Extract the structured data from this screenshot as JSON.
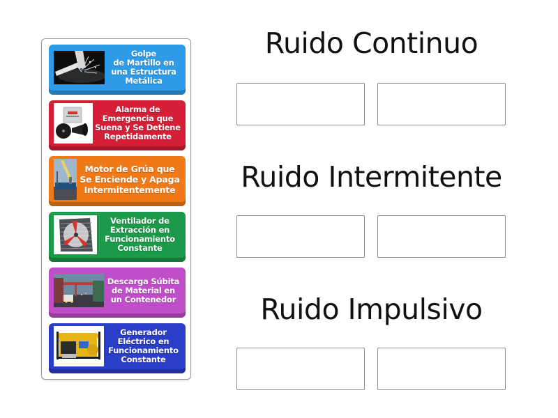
{
  "colors": {
    "card_blue_light": "#2f9ae6",
    "card_red": "#d41f36",
    "card_orange": "#f07a18",
    "card_green": "#1c9a4a",
    "card_purple": "#c04ec8",
    "card_blue_dark": "#2b3ec8",
    "slot_border": "#8c8c8c",
    "panel_border": "#9a9a9a"
  },
  "cards": [
    {
      "lines": [
        "Golpe",
        "de Martillo en",
        "una Estructura",
        "Metálica"
      ],
      "image": "hammer-strike-photo",
      "color": "#2f9ae6"
    },
    {
      "lines": [
        "Alarma de",
        "Emergencia que",
        "Suena y Se Detiene",
        "Repetidamente"
      ],
      "image": "alarm-siren-photo",
      "color": "#d41f36"
    },
    {
      "lines": [
        "Motor de Grúa que",
        "Se Enciende y Apaga",
        "Intermitentemente"
      ],
      "image": "crane-photo",
      "color": "#f07a18"
    },
    {
      "lines": [
        "Ventilador de",
        "Extracción en",
        "Funcionamiento",
        "Constante"
      ],
      "image": "exhaust-fan-photo",
      "color": "#1c9a4a"
    },
    {
      "lines": [
        "Descarga Súbita",
        "de Material en",
        "un Contenedor"
      ],
      "image": "container-unload-photo",
      "color": "#c04ec8"
    },
    {
      "lines": [
        "Generador",
        "Eléctrico en",
        "Funcionamiento",
        "Constante"
      ],
      "image": "generator-photo",
      "color": "#2b3ec8"
    }
  ],
  "groups": [
    {
      "title": "Ruido Continuo",
      "slots": [
        "",
        ""
      ]
    },
    {
      "title": "Ruido Intermitente",
      "slots": [
        "",
        ""
      ]
    },
    {
      "title": "Ruido Impulsivo",
      "slots": [
        "",
        ""
      ]
    }
  ]
}
